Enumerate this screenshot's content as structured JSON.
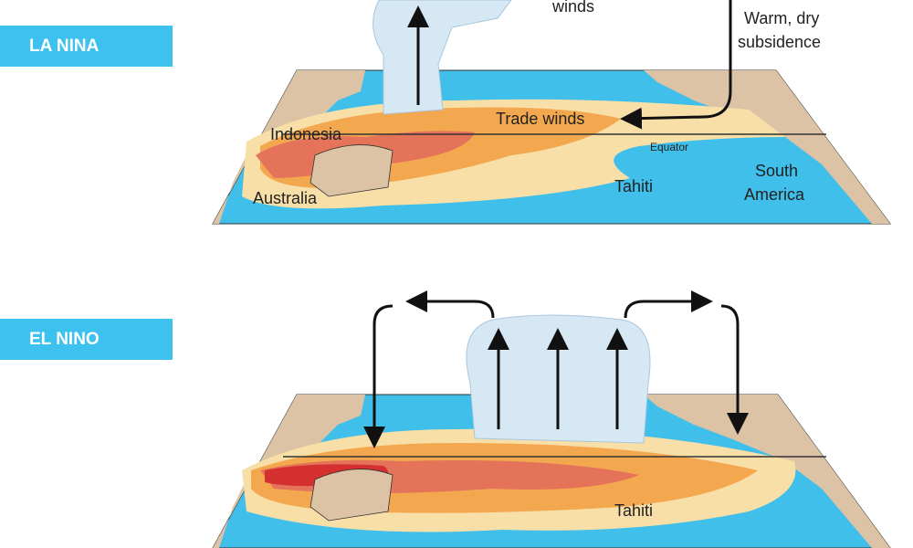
{
  "panels": [
    {
      "tag": "LA NINA",
      "labels": {
        "winds": "winds",
        "subsidence_1": "Warm, dry",
        "subsidence_2": "subsidence",
        "trade": "Trade winds",
        "indonesia": "Indonesia",
        "equator": "Equator",
        "australia": "Australia",
        "tahiti": "Tahiti",
        "south_1": "South",
        "south_2": "America"
      }
    },
    {
      "tag": "EL NINO",
      "labels": {
        "tahiti": "Tahiti"
      }
    }
  ],
  "colors": {
    "tag": "#3dc1ee",
    "ocean": "#3fbfea",
    "land": "#dcc3a5",
    "warm": "#f8dfa7",
    "orange": "#f3a84f",
    "hot": "#e4735a",
    "hottest": "#d3302f"
  }
}
